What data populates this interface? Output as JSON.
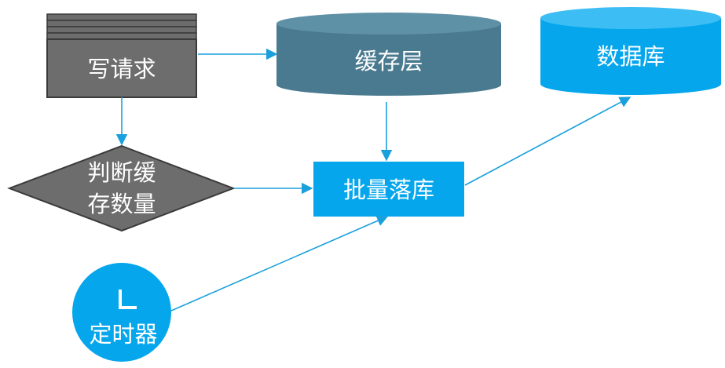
{
  "nodes": {
    "write_request": "写请求",
    "cache_layer": "缓存层",
    "database": "数据库",
    "check_cache_line1": "判断缓",
    "check_cache_line2": "存数量",
    "batch_persist": "批量落库",
    "timer": "定时器"
  },
  "colors": {
    "gray_fill": "#6d6d6d",
    "gray_dark": "#5d5d5d",
    "gray_stroke": "#3a3a3a",
    "cache_fill": "#4a7a90",
    "cache_top": "#5f91a6",
    "blue": "#05a6ec",
    "blue_top": "#3cbdf3",
    "arrow": "#1aa0dc"
  }
}
